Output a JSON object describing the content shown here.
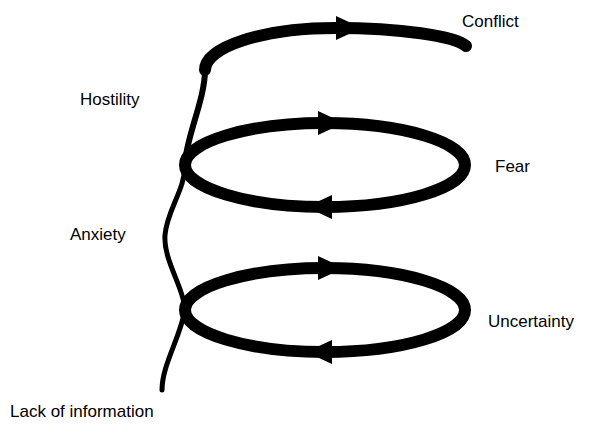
{
  "diagram": {
    "labels": [
      "Conflict",
      "Hostility",
      "Fear",
      "Anxiety",
      "Uncertainty",
      "Lack of information"
    ]
  }
}
